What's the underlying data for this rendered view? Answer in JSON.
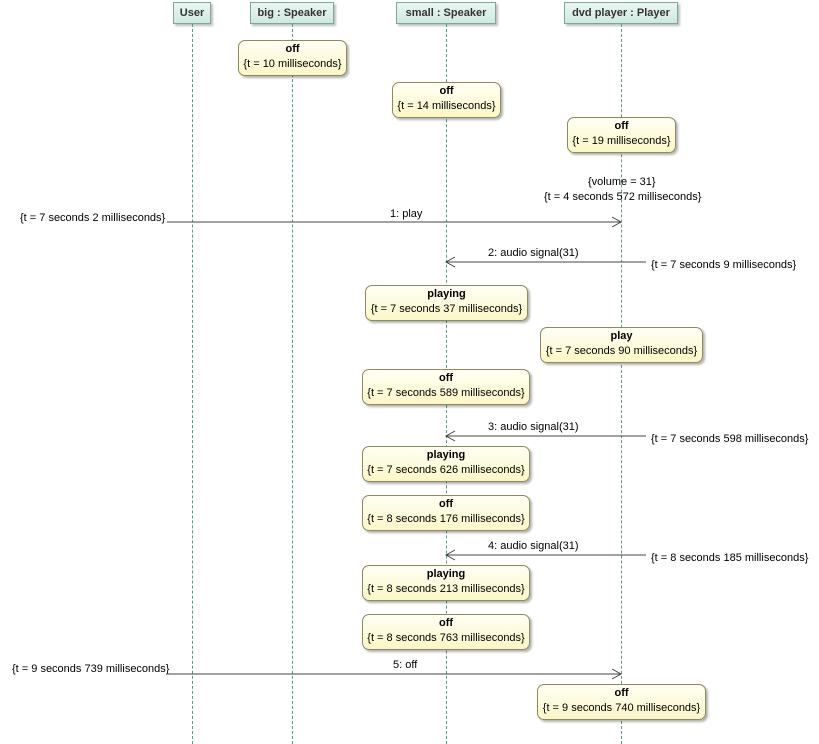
{
  "lifelines": [
    {
      "name": "User"
    },
    {
      "name": "big : Speaker"
    },
    {
      "name": "small : Speaker"
    },
    {
      "name": "dvd player : Player"
    }
  ],
  "states": [
    {
      "state": "off",
      "time": "{t = 10 milliseconds}"
    },
    {
      "state": "off",
      "time": "{t = 14 milliseconds}"
    },
    {
      "state": "off",
      "time": "{t = 19 milliseconds}"
    },
    {
      "state": "playing",
      "time": "{t = 7 seconds 37 milliseconds}"
    },
    {
      "state": "play",
      "time": "{t = 7 seconds 90 milliseconds}"
    },
    {
      "state": "off",
      "time": "{t = 7 seconds 589 milliseconds}"
    },
    {
      "state": "playing",
      "time": "{t = 7 seconds 626 milliseconds}"
    },
    {
      "state": "off",
      "time": "{t = 8 seconds 176 milliseconds}"
    },
    {
      "state": "playing",
      "time": "{t = 8 seconds 213 milliseconds}"
    },
    {
      "state": "off",
      "time": "{t = 8 seconds 763 milliseconds}"
    },
    {
      "state": "off",
      "time": "{t = 9 seconds 740 milliseconds}"
    }
  ],
  "messages": [
    {
      "label": "1: play",
      "time": "{t = 7 seconds 2 milliseconds}"
    },
    {
      "label": "2: audio signal(31)",
      "time": "{t = 7 seconds 9 milliseconds}"
    },
    {
      "label": "3: audio signal(31)",
      "time": "{t = 7 seconds 598 milliseconds}"
    },
    {
      "label": "4: audio signal(31)",
      "time": "{t = 8 seconds 185 milliseconds}"
    },
    {
      "label": "5: off",
      "time": "{t = 9 seconds 739 milliseconds}"
    }
  ],
  "constraint": {
    "volume": "{volume = 31}",
    "time": "{t = 4 seconds 572 milliseconds}"
  }
}
